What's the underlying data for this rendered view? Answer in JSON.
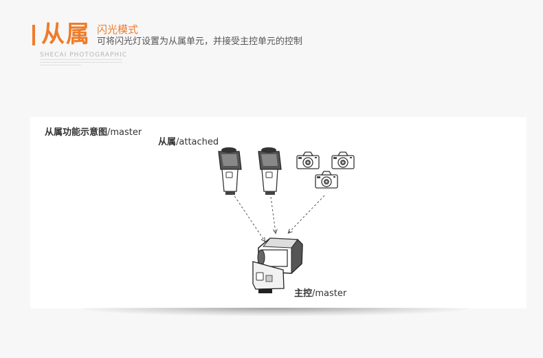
{
  "header": {
    "title": "从属",
    "subtitle": "闪光模式",
    "description": "可将闪光灯设置为从属单元，并接受主控单元的控制",
    "brand_en": "SHECAI PHOTOGRAPHIC"
  },
  "diagram": {
    "panel_label_bold": "从属功能示意图",
    "panel_label_rest": "/master",
    "attached_label_bold": "从属",
    "attached_label_rest": "/attached",
    "master_label_bold": "主控",
    "master_label_rest": "/master"
  },
  "colors": {
    "accent": "#ee7c2b",
    "text": "#333333",
    "panel": "#ffffff",
    "background": "#f7f7f7"
  },
  "icons": [
    "flash-unit-icon",
    "camera-icon",
    "arrow-icon"
  ]
}
